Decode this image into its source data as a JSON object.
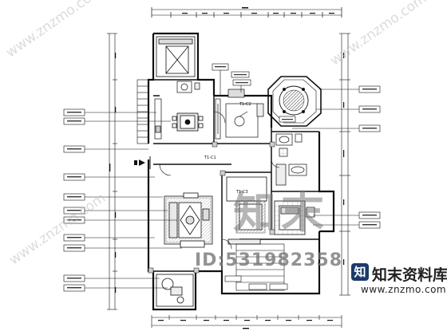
{
  "watermarks": {
    "big_text": "知末",
    "id_text": "ID:531982358",
    "brand_text": "知末资料库",
    "url_text": "www.znzmo.com",
    "diagonal_text": "www.znzmo.com"
  },
  "room_labels": {
    "room_a": "T1-C1",
    "room_b": "T1-C2",
    "room_c": "T1-C3"
  },
  "colors": {
    "line": "#111111",
    "fill_gray": "#cfcfcf",
    "furniture_fill": "#e9e9e9",
    "tag_fill": "#ffffff"
  }
}
